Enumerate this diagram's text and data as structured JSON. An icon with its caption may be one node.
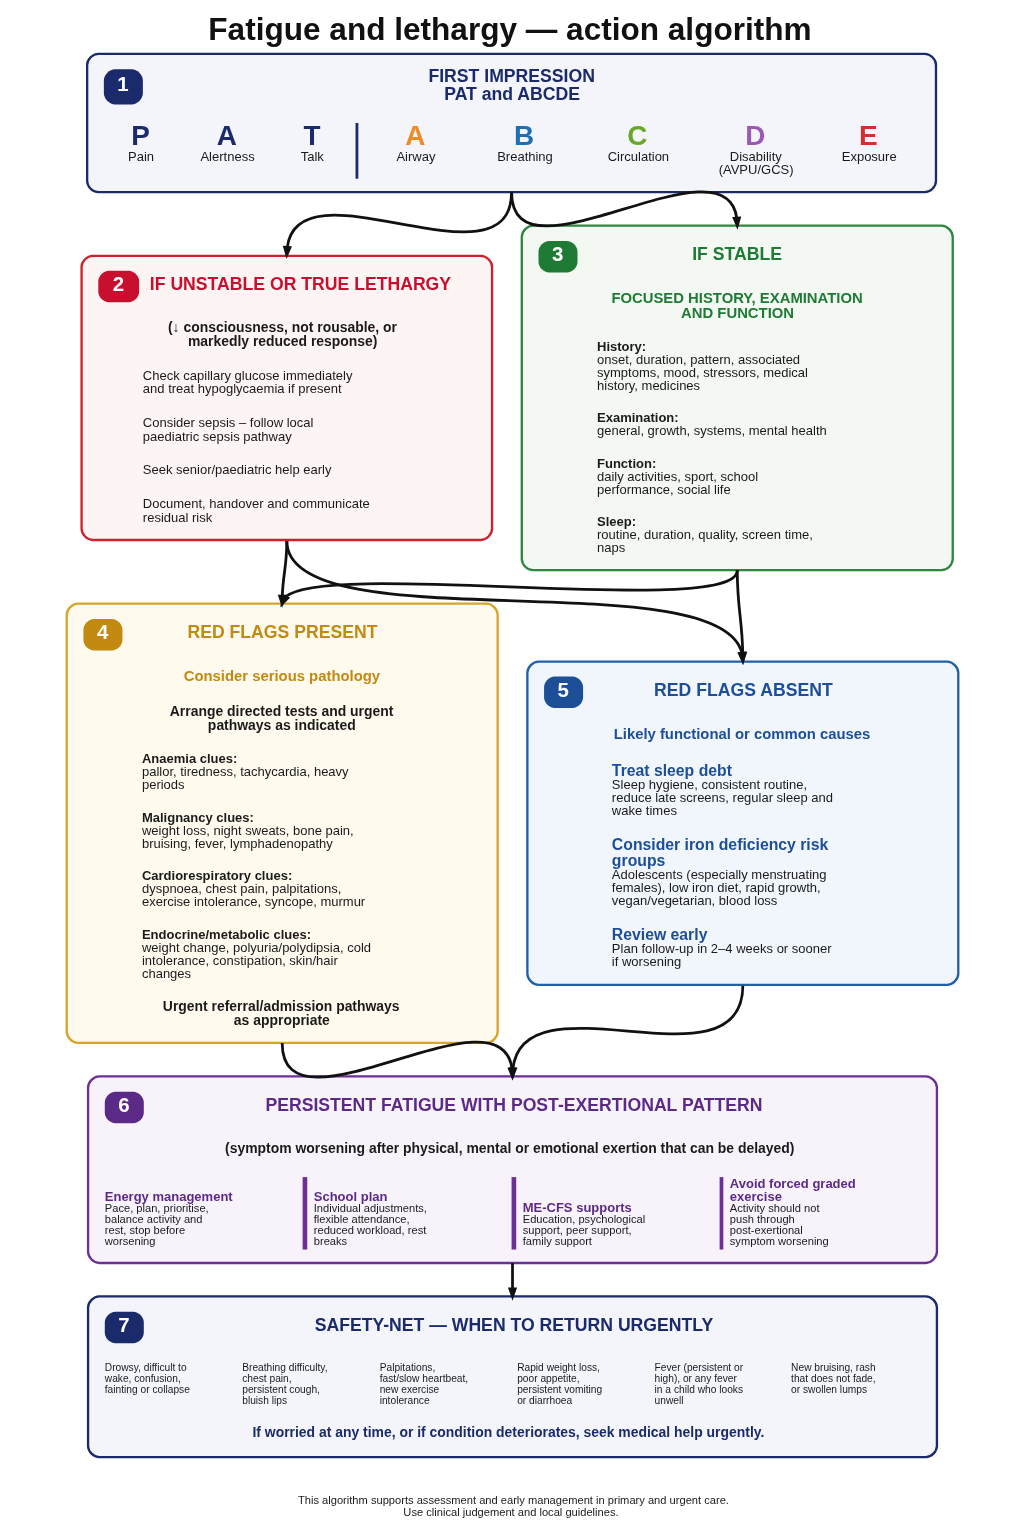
{
  "diagram": {
    "title": "Fatigue and lethargy — action algorithm",
    "nodes": [
      {
        "text": [
          "1",
          "FIRST IMPRESSION PAT and ABCDE",
          "P",
          "Pain",
          "A",
          "Alertness",
          "T",
          "Talk",
          "A",
          "Airway",
          "B",
          "Breathing",
          "C",
          "Circulation",
          "D",
          "Disability (AVPU/GCS)",
          "E",
          "Exposure"
        ]
      },
      {
        "text": [
          "2",
          "IF UNSTABLE OR TRUE LETHARGY",
          "(↓ consciousness, not rousable, or markedly reduced response)",
          "Check capillary glucose immediately and treat hypoglycaemia if present",
          "Consider sepsis – follow local paediatric sepsis pathway",
          "Seek senior/paediatric help early",
          "Document, handover and communicate residual risk"
        ]
      },
      {
        "text": [
          "3",
          "IF STABLE",
          "FOCUSED HISTORY, EXAMINATION AND FUNCTION",
          "History:",
          "onset, duration, pattern, associated symptoms, mood, stressors, medical history, medicines",
          "Examination:",
          "general, growth, systems, mental health",
          "Function:",
          "daily activities, sport, school performance, social life",
          "Sleep:",
          "routine, duration, quality, screen time, naps"
        ]
      },
      {
        "text": [
          "4",
          "RED FLAGS PRESENT",
          "Consider serious pathology",
          "Arrange directed tests and urgent pathways as indicated",
          "Anaemia clues:",
          "pallor, tiredness, tachycardia, heavy periods",
          "Malignancy clues:",
          "weight loss, night sweats, bone pain, bruising, fever, lymphadenopathy",
          "Cardiorespiratory clues:",
          "dyspnoea, chest pain, palpitations, exercise intolerance, syncope, murmur",
          "Endocrine/metabolic clues:",
          "weight change, polyuria/polydipsia, cold intolerance, constipation, skin/hair changes",
          "Urgent referral/admission pathways as appropriate"
        ]
      },
      {
        "text": [
          "5",
          "RED FLAGS ABSENT",
          "Likely functional or common causes",
          "Treat sleep debt",
          "Sleep hygiene, consistent routine, reduce late screens, regular sleep and wake times",
          "Consider iron deficiency risk groups",
          "Adolescents (especially menstruating females), low iron diet, rapid growth, vegan/vegetarian, blood loss",
          "Review early",
          "Plan follow-up in 2–4 weeks or sooner if worsening"
        ]
      },
      {
        "text": [
          "6",
          "PERSISTENT FATIGUE WITH POST-EXERTIONAL PATTERN",
          "(symptom worsening after physical, mental or emotional exertion that can be delayed)",
          "Energy management",
          "Pace, plan, prioritise, balance activity and rest, stop before worsening",
          "School plan",
          "Individual adjustments, flexible attendance, reduced workload, rest breaks",
          "ME-CFS supports",
          "Education, psychological support, peer support, family support",
          "Avoid forced graded exercise",
          "Activity should not push through post-exertional symptom worsening"
        ]
      },
      {
        "text": [
          "7",
          "SAFETY-NET — WHEN TO RETURN URGENTLY",
          "Drowsy, difficult to wake, confusion, fainting or collapse",
          "Breathing difficulty, chest pain, persistent cough, bluish lips",
          "Palpitations, fast/slow heartbeat, new exercise intolerance",
          "Rapid weight loss, poor appetite, persistent vomiting or diarrhoea",
          "Fever (persistent or high), or any fever in a child who looks unwell",
          "New bruising, rash that does not fade, or swollen lumps",
          "If worried at any time, or if condition deteriorates, seek medical help urgently."
        ]
      }
    ],
    "edges": [
      {
        "from": 0,
        "to": 1,
        "arrow": "to"
      },
      {
        "from": 0,
        "to": 2,
        "arrow": "to"
      },
      {
        "from": 1,
        "to": 3,
        "arrow": "to"
      },
      {
        "from": 1,
        "to": 4,
        "arrow": "to"
      },
      {
        "from": 2,
        "to": 3,
        "arrow": "to"
      },
      {
        "from": 2,
        "to": 4,
        "arrow": "to"
      },
      {
        "from": 3,
        "to": 5,
        "arrow": "to"
      },
      {
        "from": 4,
        "to": 5,
        "arrow": "to"
      },
      {
        "from": 5,
        "to": 6,
        "arrow": "to"
      }
    ],
    "labels": [
      "This algorithm supports assessment and early management in primary and urgent care. Use clinical judgement and local guidelines."
    ]
  }
}
